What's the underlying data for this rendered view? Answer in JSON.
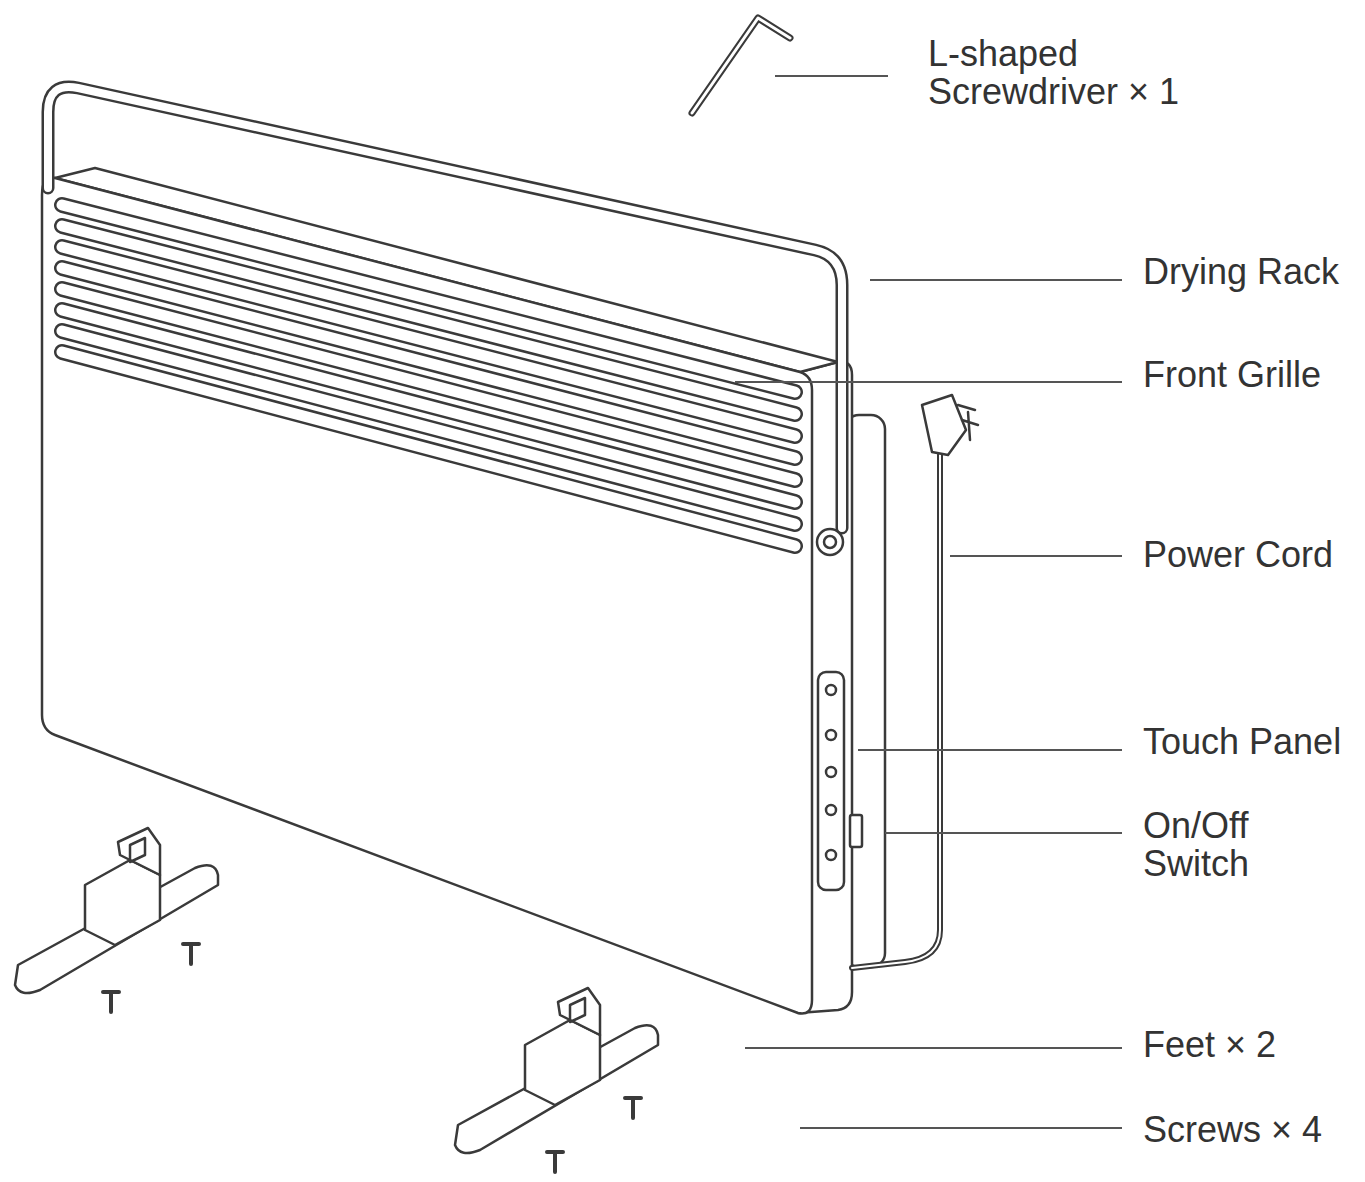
{
  "diagram": {
    "labels": [
      "L-shaped Screwdriver × 1",
      "Drying Rack",
      "Front Grille",
      "Power Cord",
      "Touch Panel",
      "On/Off Switch",
      "Feet × 2",
      "Screws × 4"
    ]
  }
}
